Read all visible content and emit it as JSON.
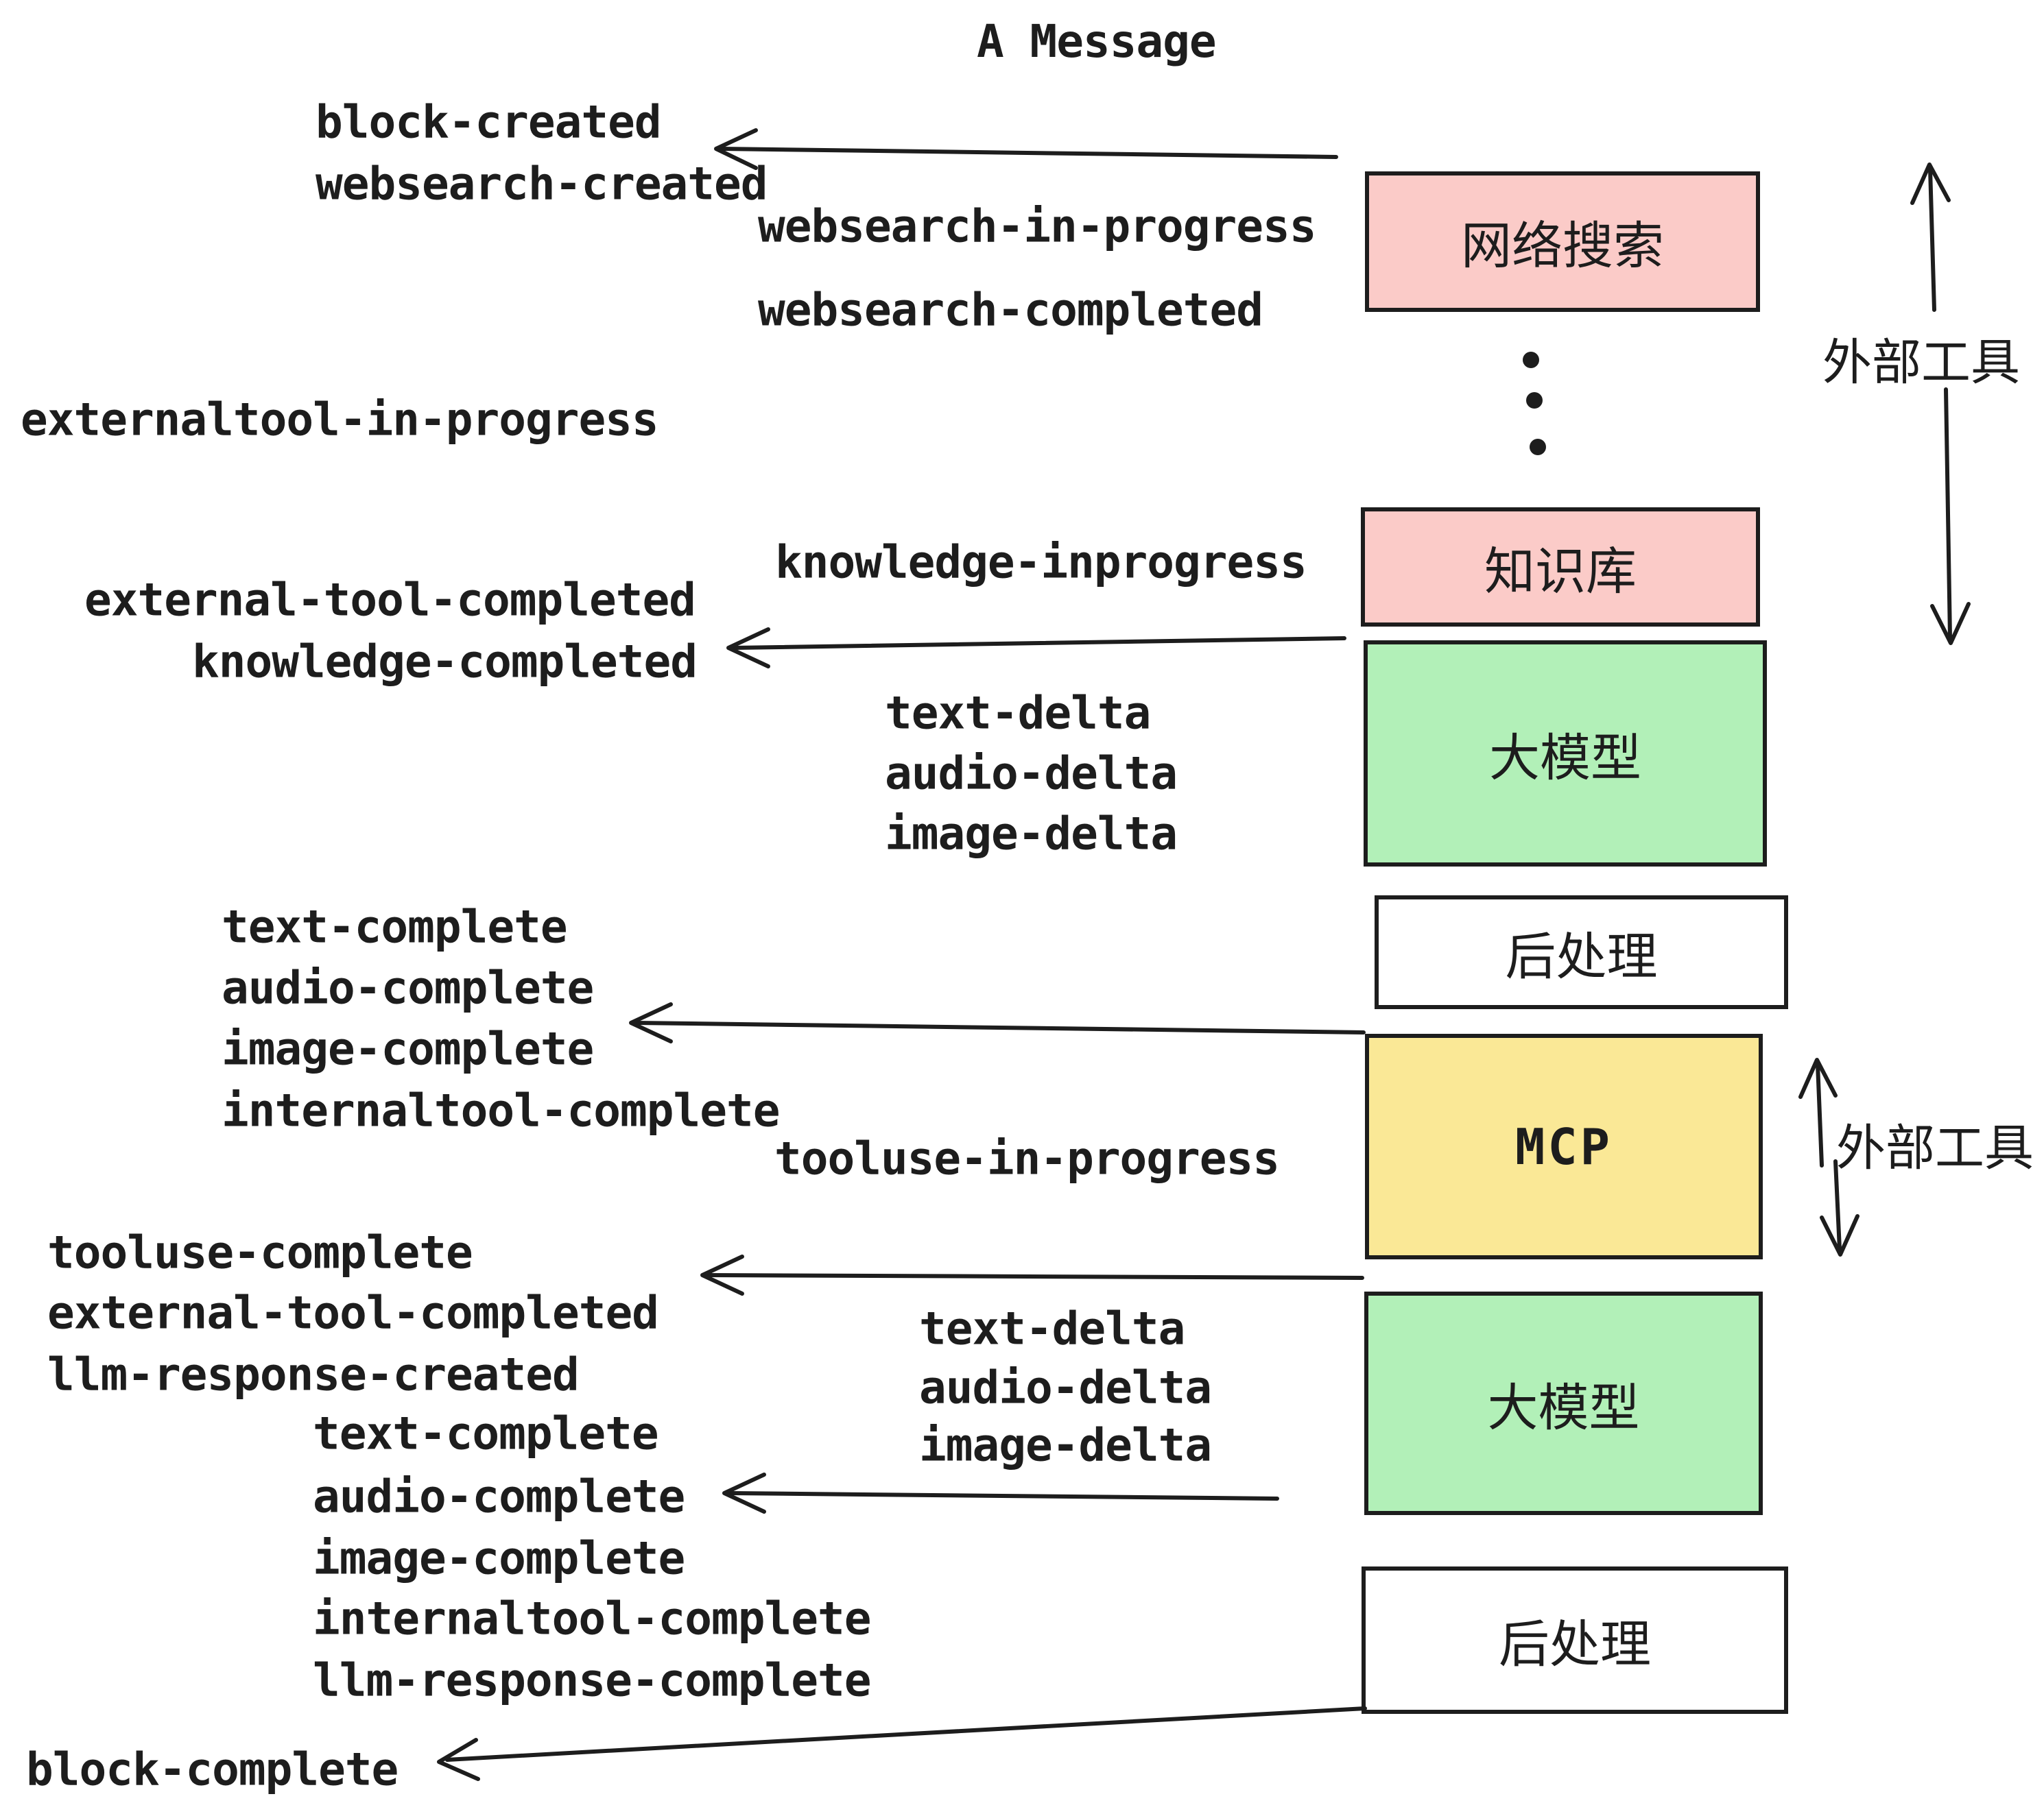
{
  "title": "A Message",
  "colors": {
    "background": "#ffffff",
    "ink": "#1d1d1d",
    "box_pink": "#fbcbc8",
    "box_green": "#b2f0b8",
    "box_yellow": "#fae896",
    "box_white": "#ffffff"
  },
  "boxes": [
    {
      "id": "websearch",
      "label": "网络搜索",
      "color": "#fbcbc8"
    },
    {
      "id": "knowledge",
      "label": "知识库",
      "color": "#fbcbc8"
    },
    {
      "id": "llm-1",
      "label": "大模型",
      "color": "#b2f0b8"
    },
    {
      "id": "post-processing-1",
      "label": "后处理",
      "color": "#ffffff"
    },
    {
      "id": "mcp",
      "label": "MCP",
      "color": "#fae896"
    },
    {
      "id": "llm-2",
      "label": "大模型",
      "color": "#b2f0b8"
    },
    {
      "id": "post-processing-2",
      "label": "后处理",
      "color": "#ffffff"
    }
  ],
  "events": [
    {
      "text": "block-created"
    },
    {
      "text": "websearch-created"
    },
    {
      "text": "websearch-in-progress"
    },
    {
      "text": "websearch-completed"
    },
    {
      "text": "externaltool-in-progress"
    },
    {
      "text": "knowledge-inprogress"
    },
    {
      "text": "external-tool-completed"
    },
    {
      "text": "knowledge-completed"
    },
    {
      "text": "text-delta"
    },
    {
      "text": "audio-delta"
    },
    {
      "text": "image-delta"
    },
    {
      "text": "text-complete"
    },
    {
      "text": "audio-complete"
    },
    {
      "text": "image-complete"
    },
    {
      "text": "internaltool-complete"
    },
    {
      "text": "tooluse-in-progress"
    },
    {
      "text": "tooluse-complete"
    },
    {
      "text": "external-tool-completed"
    },
    {
      "text": "llm-response-created"
    },
    {
      "text": "text-delta"
    },
    {
      "text": "audio-delta"
    },
    {
      "text": "image-delta"
    },
    {
      "text": "text-complete"
    },
    {
      "text": "audio-complete"
    },
    {
      "text": "image-complete"
    },
    {
      "text": "internaltool-complete"
    },
    {
      "text": "llm-response-complete"
    },
    {
      "text": "block-complete"
    }
  ],
  "side_annotations": [
    {
      "label": "外部工具"
    },
    {
      "label": "外部工具"
    }
  ]
}
